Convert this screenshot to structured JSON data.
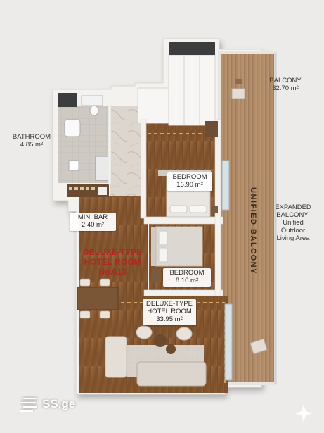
{
  "labels": {
    "balcony": {
      "title": "BALCONY",
      "area": "32.70 m²"
    },
    "bathroom": {
      "title": "BATHROOM",
      "area": "4.85 m²"
    },
    "expanded_balcony": {
      "line1": "EXPANDED",
      "line2": "BALCONY:",
      "line3": "Unified",
      "line4": "Outdoor",
      "line5": "Living Area"
    },
    "unified_balcony": "UNIFIED BALCONY",
    "bedroom_large": {
      "title": "BEDROOM",
      "area": "16.90 m²"
    },
    "bedroom_small": {
      "title": "BEDROOM",
      "area": "8.10 m²"
    },
    "mini_bar": {
      "title": "MINI BAR",
      "area": "2.40 m²"
    },
    "hotel_room_name": {
      "line1": "DELUXE-TYPE",
      "line2": "HOTEL ROOM",
      "line3": "No.613"
    },
    "hotel_room_area": {
      "line1": "DELUXE-TYPE",
      "line2": "HOTEL ROOM",
      "area": "33.95 m²"
    }
  },
  "logo": {
    "text": "SS.ge",
    "icon": "stacked-lines-icon"
  },
  "watermark_icon": "sparkle-icon",
  "colors": {
    "wall": "#f4f2ef",
    "wood": "#8a5b33",
    "deck": "#b08a66",
    "marble": "#ddd6cf",
    "red_label": "#b3261e"
  }
}
